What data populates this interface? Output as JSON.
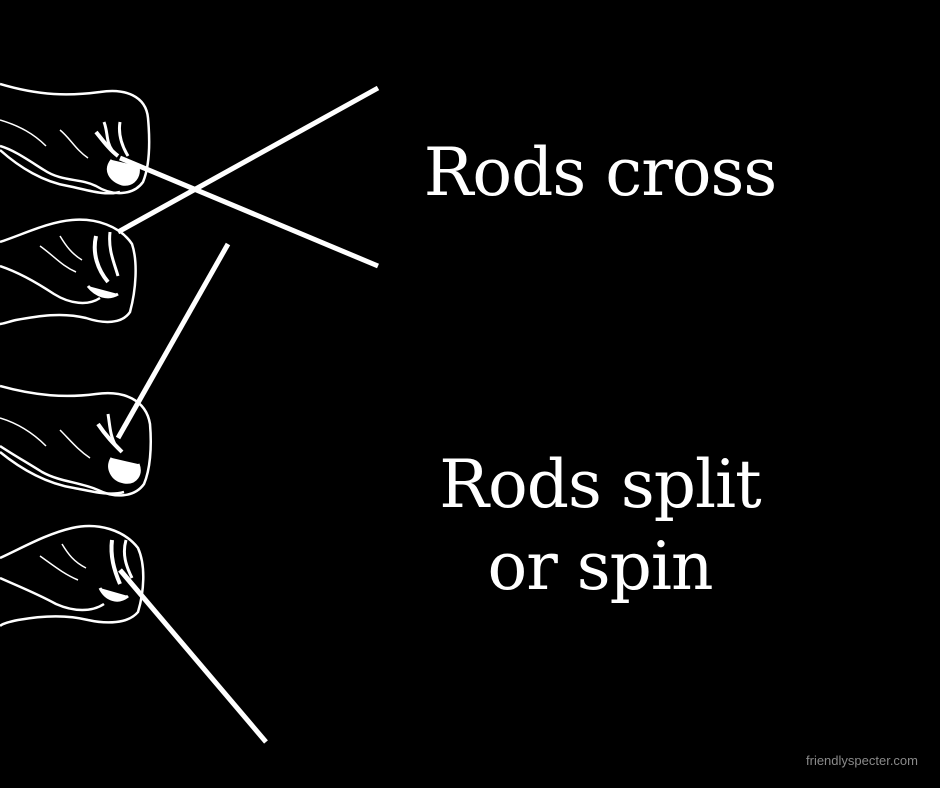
{
  "captions": {
    "cross": "Rods cross",
    "split_line1": "Rods split",
    "split_line2": "or spin"
  },
  "watermark": "friendlyspecter.com",
  "colors": {
    "background": "#000000",
    "foreground": "#ffffff",
    "watermark": "#8a8a8a"
  },
  "icons": [
    "fist-holding-rod-icon",
    "dowsing-rod-icon"
  ]
}
